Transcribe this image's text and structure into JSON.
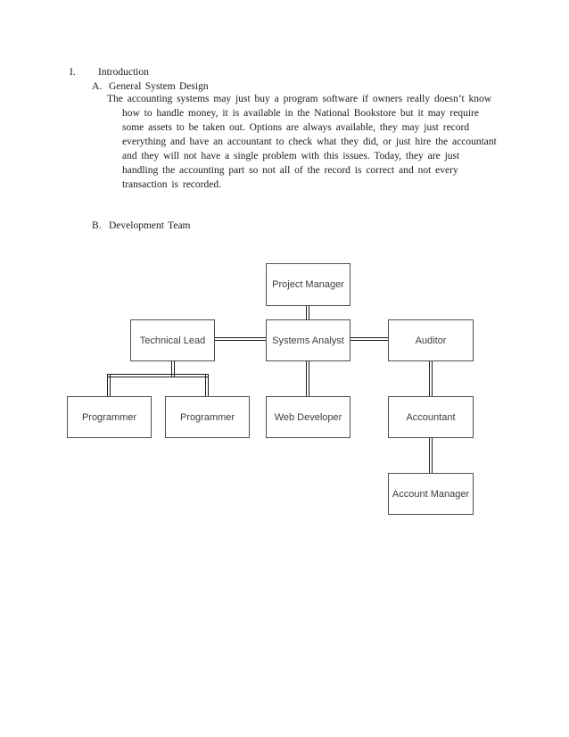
{
  "document": {
    "section": {
      "numeral": "I.",
      "title": "Introduction"
    },
    "subsection_a": {
      "label": "A.",
      "title": "General System Design"
    },
    "paragraph_lines": [
      "The accounting systems may just buy a program software if owners really doesn’t know",
      "how to handle money, it is available in the National Bookstore but it may require",
      "some assets to be taken out. Options are always available, they may just record",
      "everything and have an accountant to check what they did, or just hire the accountant",
      "and they will not have a single problem with this issues. Today, they are just",
      "handling the accounting part so not all of the record is correct and not every",
      "transaction is recorded."
    ],
    "subsection_b": {
      "label": "B.",
      "title": "Development Team"
    }
  },
  "org_chart": {
    "type": "org-chart",
    "connector_style": "double-line",
    "nodes": {
      "project_manager": "Project Manager",
      "technical_lead": "Technical Lead",
      "systems_analyst": "Systems Analyst",
      "auditor": "Auditor",
      "programmer_1": "Programmer",
      "programmer_2": "Programmer",
      "web_developer": "Web Developer",
      "accountant": "Accountant",
      "account_manager": "Account Manager"
    },
    "edges": [
      {
        "from": "Project Manager",
        "to": "Systems Analyst"
      },
      {
        "from": "Technical Lead",
        "to": "Systems Analyst"
      },
      {
        "from": "Systems Analyst",
        "to": "Auditor"
      },
      {
        "from": "Technical Lead",
        "to": "Programmer"
      },
      {
        "from": "Technical Lead",
        "to": "Programmer"
      },
      {
        "from": "Systems Analyst",
        "to": "Web Developer"
      },
      {
        "from": "Auditor",
        "to": "Accountant"
      },
      {
        "from": "Accountant",
        "to": "Account Manager"
      }
    ]
  },
  "colors": {
    "page_background": "#ffffff",
    "body_text": "#1b1b1b",
    "box_border": "#4f4f4f",
    "box_text": "#3c3c3c",
    "connector": "#1c1c1c"
  }
}
